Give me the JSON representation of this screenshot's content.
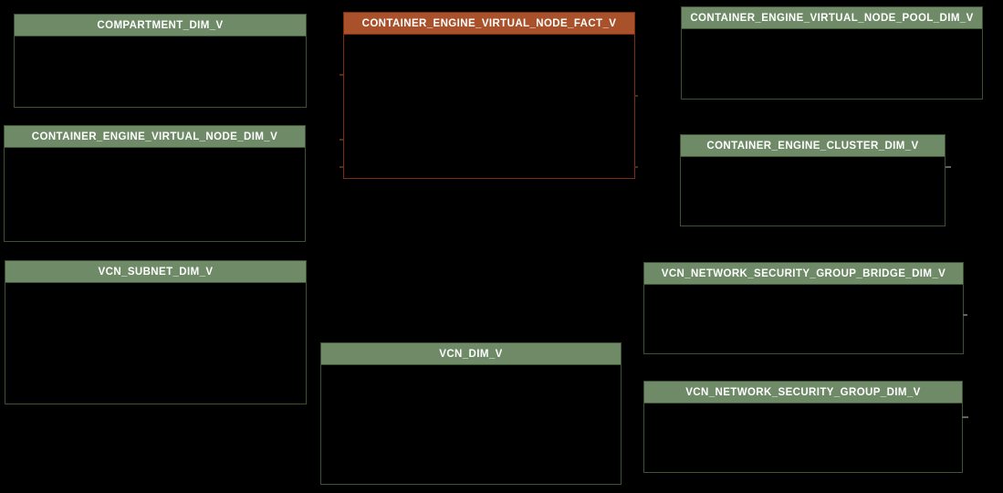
{
  "diagram": {
    "background": "#000000",
    "colors": {
      "dim_header_bg": "#6e8a67",
      "dim_border": "#3d5233",
      "fact_header_bg": "#a9512b",
      "fact_border": "#7c2d12",
      "header_text": "#ffffff"
    },
    "tables": [
      {
        "label": "COMPARTMENT_DIM_V",
        "type": "dimension"
      },
      {
        "label": "CONTAINER_ENGINE_VIRTUAL_NODE_FACT_V",
        "type": "fact"
      },
      {
        "label": "CONTAINER_ENGINE_VIRTUAL_NODE_POOL_DIM_V",
        "type": "dimension"
      },
      {
        "label": "CONTAINER_ENGINE_VIRTUAL_NODE_DIM_V",
        "type": "dimension"
      },
      {
        "label": "CONTAINER_ENGINE_CLUSTER_DIM_V",
        "type": "dimension"
      },
      {
        "label": "VCN_SUBNET_DIM_V",
        "type": "dimension"
      },
      {
        "label": "VCN_NETWORK_SECURITY_GROUP_BRIDGE_DIM_V",
        "type": "dimension"
      },
      {
        "label": "VCN_DIM_V",
        "type": "dimension"
      },
      {
        "label": "VCN_NETWORK_SECURITY_GROUP_DIM_V",
        "type": "dimension"
      }
    ]
  }
}
